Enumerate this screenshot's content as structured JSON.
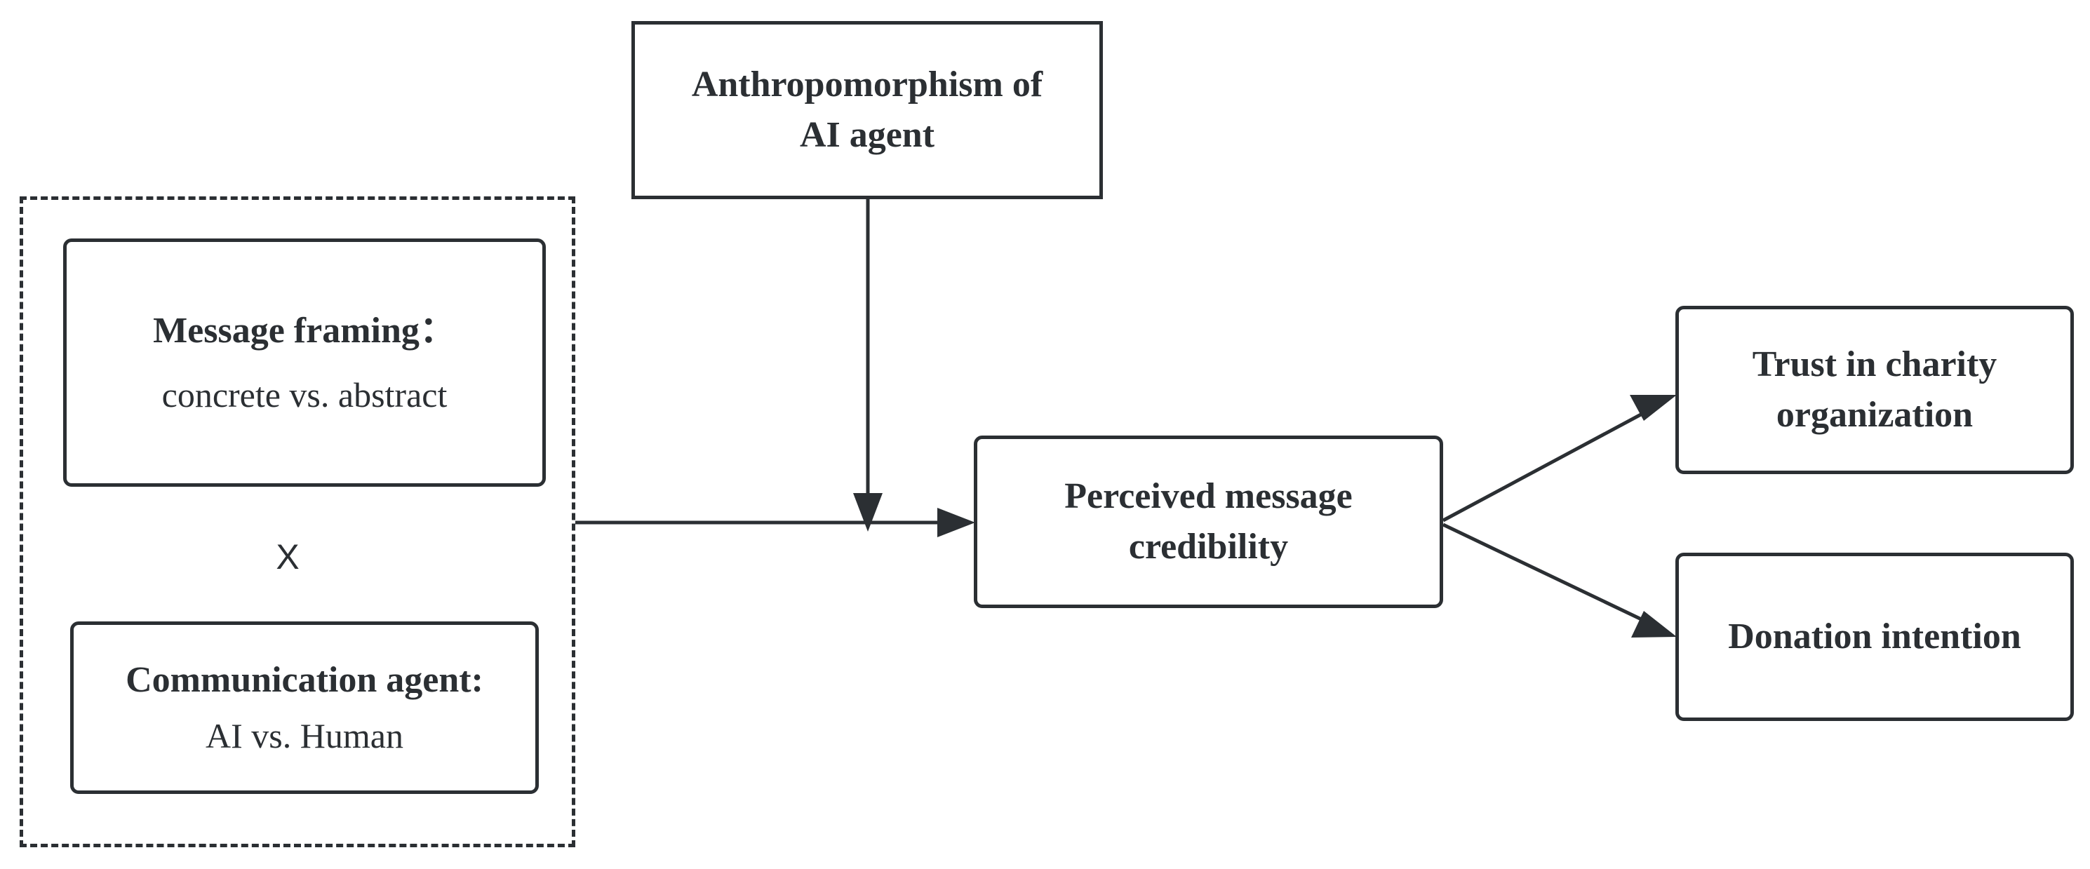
{
  "diagram": {
    "moderator": {
      "line1": "Anthropomorphism of",
      "line2": "AI agent"
    },
    "framing": {
      "title": "Message framing：",
      "subtitle": "concrete vs. abstract"
    },
    "interaction_symbol": "X",
    "agent": {
      "title": "Communication agent:",
      "subtitle": "AI vs. Human"
    },
    "mediator": {
      "line1": "Perceived message",
      "line2": "credibility"
    },
    "trust": {
      "line1": "Trust in charity",
      "line2": "organization"
    },
    "donation": {
      "label": "Donation intention"
    },
    "colors": {
      "stroke": "#2b2f33",
      "background": "#ffffff"
    }
  }
}
